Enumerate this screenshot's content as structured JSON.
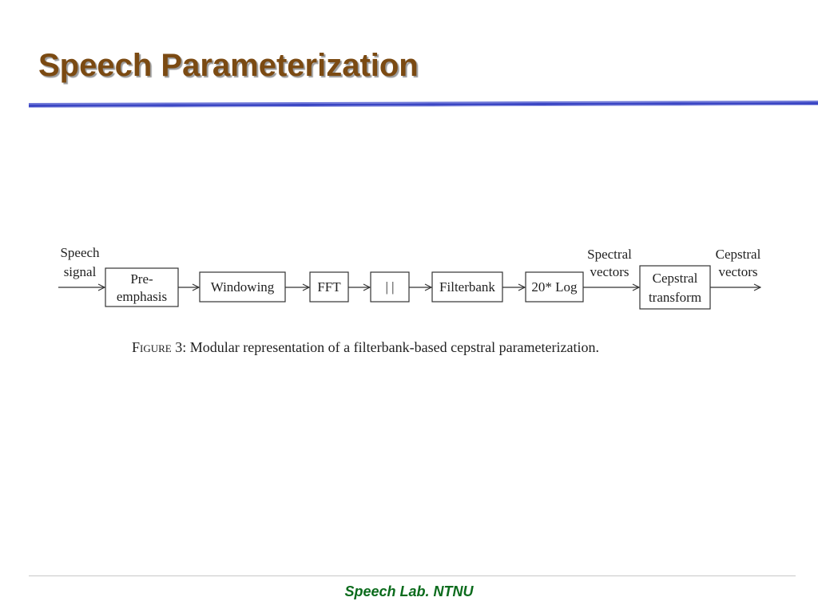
{
  "slide": {
    "title": "Speech Parameterization",
    "footer": "Speech Lab. NTNU"
  },
  "diagram": {
    "input_label": [
      "Speech",
      "signal"
    ],
    "blocks": [
      {
        "id": "pre-emphasis",
        "lines": [
          "Pre-",
          "emphasis"
        ]
      },
      {
        "id": "windowing",
        "lines": [
          "Windowing"
        ]
      },
      {
        "id": "fft",
        "lines": [
          "FFT"
        ]
      },
      {
        "id": "magnitude",
        "lines": [
          "| |"
        ]
      },
      {
        "id": "filterbank",
        "lines": [
          "Filterbank"
        ]
      },
      {
        "id": "log",
        "lines": [
          "20* Log"
        ]
      },
      {
        "id": "cepstral-transform",
        "lines": [
          "Cepstral",
          "transform"
        ]
      }
    ],
    "intermediate_label": [
      "Spectral",
      "vectors"
    ],
    "output_label": [
      "Cepstral",
      "vectors"
    ],
    "caption_prefix": "Figure 3",
    "caption_text": ": Modular representation of a filterbank-based cepstral parameterization."
  },
  "colors": {
    "title": "#7b4a12",
    "rule_blue": "#3b46c4",
    "footer": "#0b6b1c"
  }
}
